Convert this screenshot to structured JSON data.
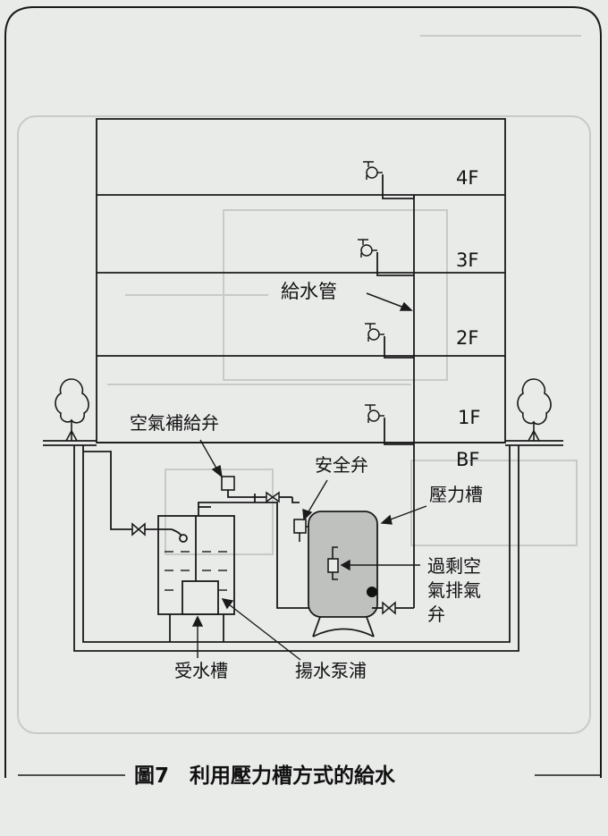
{
  "floors": [
    "4F",
    "3F",
    "2F",
    "1F",
    "BF"
  ],
  "labels": {
    "supply_pipe": "給水管",
    "air_supply_valve": "空氣補給弁",
    "safety_valve": "安全弁",
    "pressure_tank": "壓力槽",
    "excess_air_valve": [
      "過剩空",
      "氣排氣",
      "弁"
    ],
    "receiving_tank": "受水槽",
    "pump": "揚水泵浦"
  },
  "caption": "圖7　利用壓力槽方式的給水",
  "colors": {
    "background": "#e9ebe9",
    "line": "#1a1a1a",
    "ghost": "#b9bcba"
  }
}
